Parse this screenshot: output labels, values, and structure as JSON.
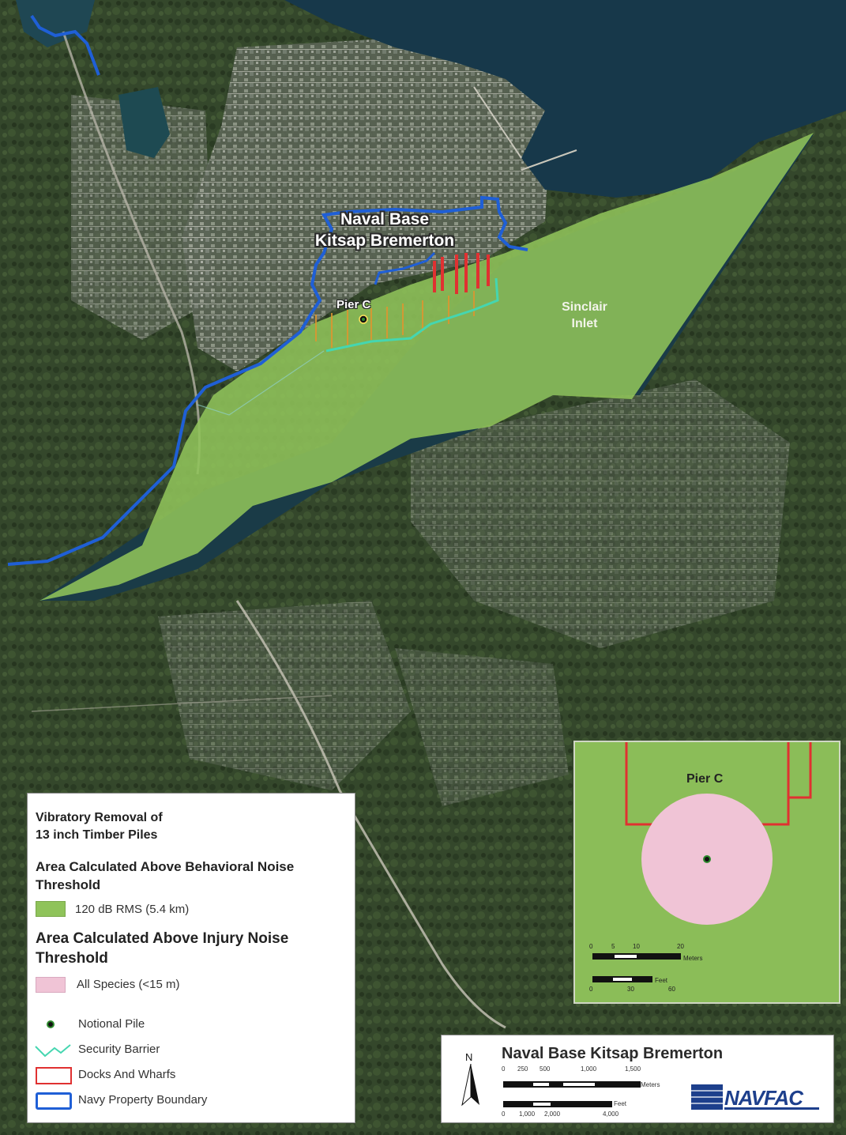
{
  "map": {
    "base_label_line1": "Naval Base",
    "base_label_line2": "Kitsap Bremerton",
    "pier_label": "Pier C",
    "inlet_label_line1": "Sinclair",
    "inlet_label_line2": "Inlet"
  },
  "legend": {
    "title_line1": "Vibratory Removal of",
    "title_line2": "13 inch Timber Piles",
    "behavioral_heading": "Area Calculated Above Behavioral Noise Threshold",
    "behavioral_item": "120 dB RMS (5.4 km)",
    "injury_heading": "Area Calculated Above Injury Noise Threshold",
    "injury_item": "All Species (<15 m)",
    "items": [
      {
        "label": "Notional Pile",
        "icon": "pile-point-icon"
      },
      {
        "label": "Security Barrier",
        "icon": "security-barrier-line-icon"
      },
      {
        "label": "Docks And Wharfs",
        "icon": "docks-wharfs-box-icon"
      },
      {
        "label": "Navy Property Boundary",
        "icon": "navy-boundary-box-icon"
      }
    ],
    "colors": {
      "behavioral_zone": "#8fc35a",
      "injury_zone": "#f0c4d6",
      "pile": "#2e8b2e",
      "security_barrier": "#45d6b0",
      "docks_wharfs": "#e03131",
      "navy_boundary": "#1f5fd6"
    }
  },
  "inset": {
    "title": "Pier C",
    "scale_meters_ticks": [
      "0",
      "5",
      "10",
      "20"
    ],
    "scale_meters_unit": "Meters",
    "scale_feet_ticks": [
      "0",
      "30",
      "60"
    ],
    "scale_feet_unit": "Feet"
  },
  "titleblock": {
    "title": "Naval Base Kitsap Bremerton",
    "north_label": "N",
    "meters_ticks": [
      "0",
      "250",
      "500",
      "1,000",
      "1,500"
    ],
    "meters_unit": "Meters",
    "feet_ticks": [
      "0",
      "1,000",
      "2,000",
      "4,000"
    ],
    "feet_unit": "Feet",
    "logo_text": "NAVFAC"
  }
}
